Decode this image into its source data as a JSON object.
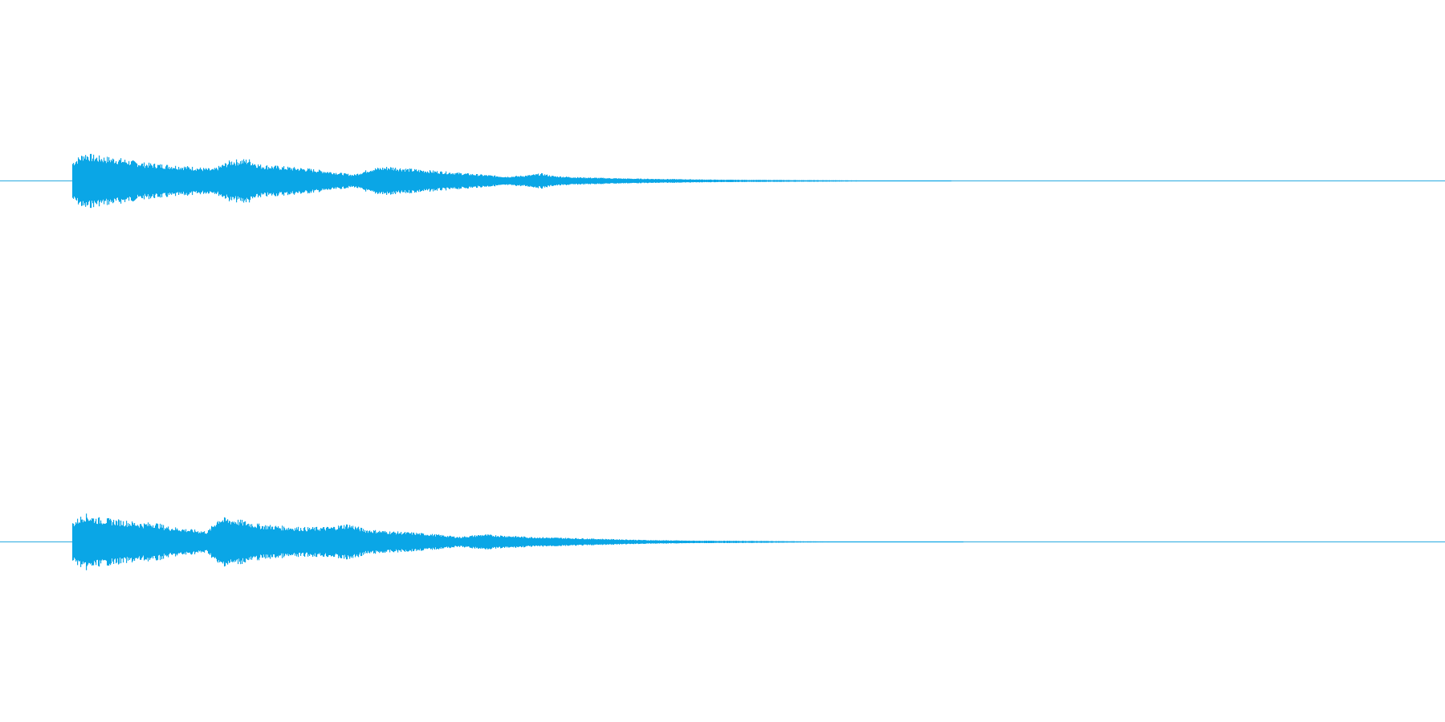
{
  "colors": {
    "background": "#ffffff",
    "waveform": "#0aa6e6",
    "baseline": "#29aae0"
  },
  "waveform": {
    "channels": [
      {
        "name": "",
        "envelope": [
          [
            0.0,
            0.62
          ],
          [
            0.01,
            0.9
          ],
          [
            0.02,
            0.8
          ],
          [
            0.04,
            0.72
          ],
          [
            0.06,
            0.58
          ],
          [
            0.08,
            0.52
          ],
          [
            0.1,
            0.46
          ],
          [
            0.12,
            0.38
          ],
          [
            0.135,
            0.66
          ],
          [
            0.15,
            0.7
          ],
          [
            0.16,
            0.52
          ],
          [
            0.18,
            0.46
          ],
          [
            0.2,
            0.4
          ],
          [
            0.22,
            0.3
          ],
          [
            0.24,
            0.2
          ],
          [
            0.255,
            0.4
          ],
          [
            0.27,
            0.46
          ],
          [
            0.29,
            0.38
          ],
          [
            0.31,
            0.32
          ],
          [
            0.33,
            0.26
          ],
          [
            0.35,
            0.2
          ],
          [
            0.36,
            0.17
          ],
          [
            0.37,
            0.14
          ],
          [
            0.38,
            0.16
          ],
          [
            0.39,
            0.19
          ],
          [
            0.4,
            0.24
          ],
          [
            0.41,
            0.16
          ],
          [
            0.43,
            0.12
          ],
          [
            0.45,
            0.1
          ],
          [
            0.47,
            0.08
          ],
          [
            0.49,
            0.07
          ],
          [
            0.51,
            0.06
          ],
          [
            0.53,
            0.05
          ],
          [
            0.55,
            0.04
          ],
          [
            0.57,
            0.035
          ],
          [
            0.6,
            0.03
          ],
          [
            0.63,
            0.025
          ],
          [
            0.66,
            0.02
          ],
          [
            0.69,
            0.012
          ],
          [
            0.72,
            0.008
          ],
          [
            0.74,
            0.005
          ],
          [
            0.75,
            0.0
          ]
        ]
      },
      {
        "name": "",
        "envelope": [
          [
            0.0,
            0.62
          ],
          [
            0.01,
            0.9
          ],
          [
            0.02,
            0.78
          ],
          [
            0.04,
            0.7
          ],
          [
            0.06,
            0.6
          ],
          [
            0.07,
            0.62
          ],
          [
            0.08,
            0.5
          ],
          [
            0.1,
            0.4
          ],
          [
            0.115,
            0.34
          ],
          [
            0.125,
            0.78
          ],
          [
            0.14,
            0.72
          ],
          [
            0.16,
            0.56
          ],
          [
            0.18,
            0.5
          ],
          [
            0.2,
            0.46
          ],
          [
            0.22,
            0.48
          ],
          [
            0.235,
            0.58
          ],
          [
            0.25,
            0.4
          ],
          [
            0.27,
            0.34
          ],
          [
            0.29,
            0.3
          ],
          [
            0.31,
            0.24
          ],
          [
            0.32,
            0.2
          ],
          [
            0.33,
            0.16
          ],
          [
            0.35,
            0.24
          ],
          [
            0.37,
            0.2
          ],
          [
            0.39,
            0.16
          ],
          [
            0.41,
            0.14
          ],
          [
            0.43,
            0.12
          ],
          [
            0.45,
            0.1
          ],
          [
            0.47,
            0.08
          ],
          [
            0.49,
            0.06
          ],
          [
            0.51,
            0.05
          ],
          [
            0.53,
            0.04
          ],
          [
            0.56,
            0.035
          ],
          [
            0.59,
            0.03
          ],
          [
            0.62,
            0.02
          ],
          [
            0.65,
            0.015
          ],
          [
            0.68,
            0.01
          ],
          [
            0.71,
            0.007
          ],
          [
            0.74,
            0.004
          ],
          [
            0.76,
            0.0
          ]
        ]
      }
    ]
  }
}
